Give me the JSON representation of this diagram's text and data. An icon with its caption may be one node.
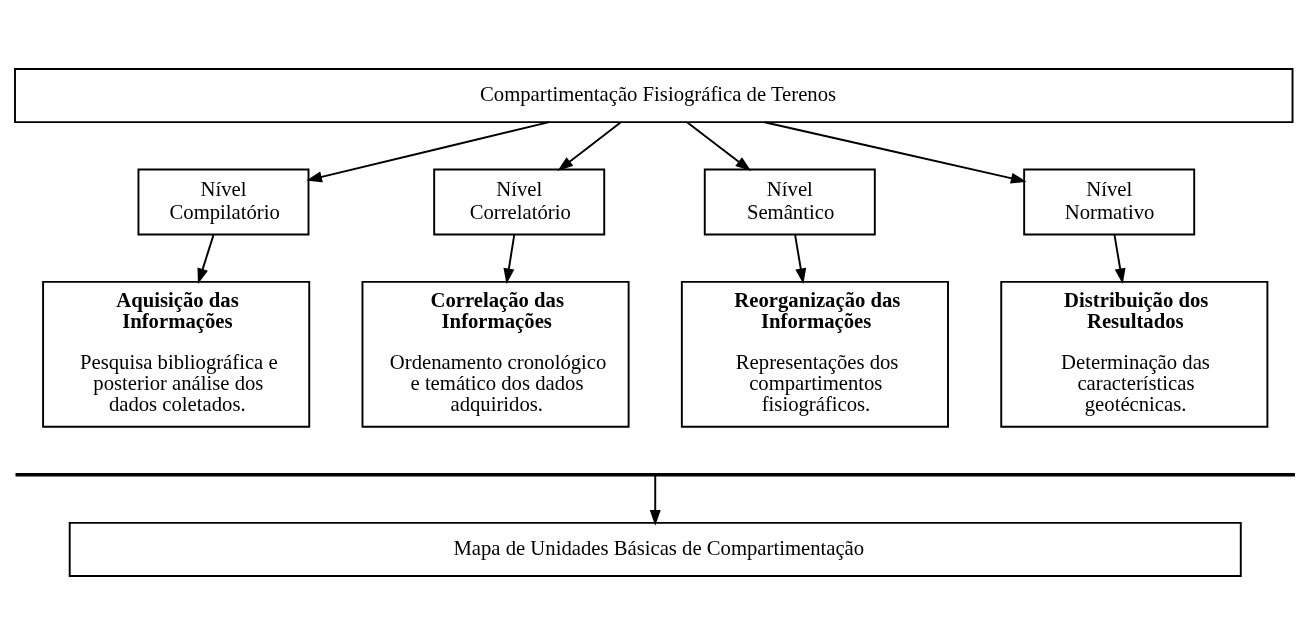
{
  "diagram": {
    "nodes": [
      {
        "text": [
          "Compartimentação Fisiográfica de Terenos"
        ]
      },
      {
        "text": [
          "Nível Compilatório"
        ]
      },
      {
        "text": [
          "Nível Correlatório"
        ]
      },
      {
        "text": [
          "Nível Semântico"
        ]
      },
      {
        "text": [
          "Nível Normativo"
        ]
      },
      {
        "text": [
          "Aquisição das Informações",
          "Pesquisa bibliográfica e posterior análise dos dados coletados."
        ]
      },
      {
        "text": [
          "Correlação das Informações",
          "Ordenamento cronológico e temático dos dados adquiridos."
        ]
      },
      {
        "text": [
          "Reorganização das Informações",
          "Representações dos compartimentos fisiográficos."
        ]
      },
      {
        "text": [
          "Distribuição dos Resultados",
          "Determinação das características geotécnicas."
        ]
      },
      {
        "text": [],
        "shape": "bar"
      },
      {
        "text": [
          "Mapa de Unidades Básicas de Compartimentação"
        ]
      }
    ],
    "edges": [
      {
        "from": 0,
        "to": 1,
        "arrow": "to"
      },
      {
        "from": 0,
        "to": 2,
        "arrow": "to"
      },
      {
        "from": 0,
        "to": 3,
        "arrow": "to"
      },
      {
        "from": 0,
        "to": 4,
        "arrow": "to"
      },
      {
        "from": 1,
        "to": 5,
        "arrow": "to"
      },
      {
        "from": 2,
        "to": 6,
        "arrow": "to"
      },
      {
        "from": 3,
        "to": 7,
        "arrow": "to"
      },
      {
        "from": 4,
        "to": 8,
        "arrow": "to"
      },
      {
        "from": 9,
        "to": 10,
        "arrow": "to"
      }
    ]
  }
}
